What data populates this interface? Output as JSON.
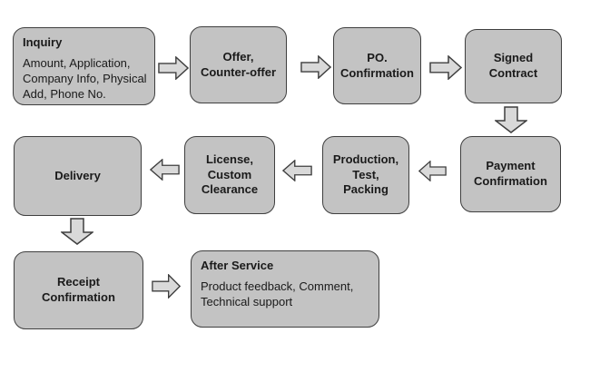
{
  "diagram": {
    "colors": {
      "background": "#ffffff",
      "box_fill": "#c3c3c3",
      "arrow_fill": "#d9d9d9",
      "border": "#3f3f3f",
      "text": "#1a1a1a"
    },
    "boxes": {
      "inquiry": {
        "title": "Inquiry",
        "body": "Amount, Application,\nCompany Info, Physical\nAdd, Phone No."
      },
      "offer": {
        "title": "Offer,\nCounter-offer"
      },
      "po_confirmation": {
        "title": "PO.\nConfirmation"
      },
      "signed_contract": {
        "title": "Signed\nContract"
      },
      "payment_confirmation": {
        "title": "Payment\nConfirmation"
      },
      "production_test_packing": {
        "title": "Production,\nTest,\nPacking"
      },
      "license_custom_clearance": {
        "title": "License,\nCustom\nClearance"
      },
      "delivery": {
        "title": "Delivery"
      },
      "receipt_confirmation": {
        "title": "Receipt\nConfirmation"
      },
      "after_service": {
        "title": "After Service",
        "body": "Product feedback, Comment,\nTechnical support"
      }
    },
    "arrows": [
      {
        "name": "arrow-inquiry-to-offer",
        "direction": "right"
      },
      {
        "name": "arrow-offer-to-po",
        "direction": "right"
      },
      {
        "name": "arrow-po-to-signed",
        "direction": "right"
      },
      {
        "name": "arrow-signed-to-payment",
        "direction": "down"
      },
      {
        "name": "arrow-payment-to-production",
        "direction": "left"
      },
      {
        "name": "arrow-production-to-license",
        "direction": "left"
      },
      {
        "name": "arrow-license-to-delivery",
        "direction": "left"
      },
      {
        "name": "arrow-delivery-to-receipt",
        "direction": "down"
      },
      {
        "name": "arrow-receipt-to-after-service",
        "direction": "right"
      }
    ]
  }
}
